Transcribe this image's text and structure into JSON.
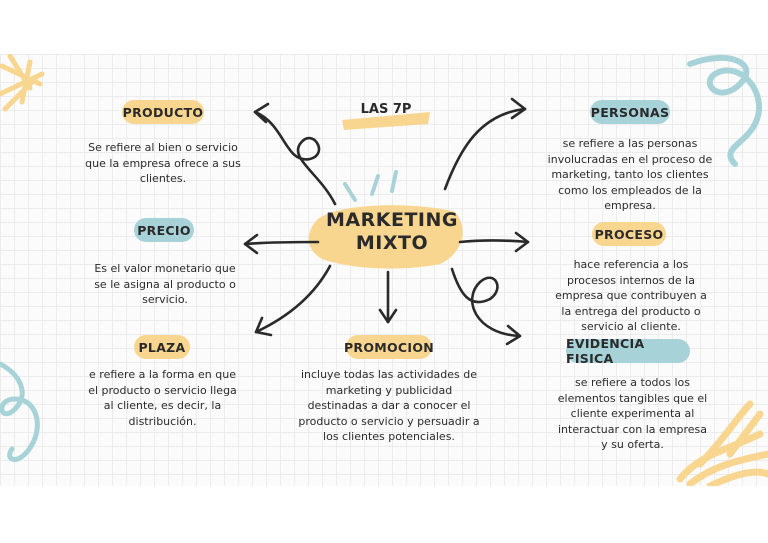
{
  "header": {
    "label": "LAS 7P"
  },
  "center": {
    "line1": "MARKETING",
    "line2": "MIXTO"
  },
  "nodes": {
    "producto": {
      "title": "PRODUCTO",
      "text": [
        "Se refiere al bien o servicio",
        "que la empresa ofrece a sus",
        "clientes."
      ]
    },
    "precio": {
      "title": "PRECIO",
      "text": [
        "Es el valor monetario que",
        "se le asigna al producto o",
        "servicio."
      ]
    },
    "plaza": {
      "title": "PLAZA",
      "text": [
        "e refiere a la forma en que",
        "el producto o servicio llega",
        "al cliente, es decir, la",
        "distribución."
      ]
    },
    "promocion": {
      "title": "PROMOCION",
      "text": [
        "incluye todas las actividades de",
        "marketing y publicidad",
        "destinadas a dar a conocer el",
        "producto o servicio y persuadir a",
        "los clientes potenciales."
      ]
    },
    "personas": {
      "title": "PERSONAS",
      "text": [
        "se refiere a las personas",
        "involucradas en el proceso de",
        "marketing, tanto los clientes",
        "como los empleados de la",
        "empresa."
      ]
    },
    "proceso": {
      "title": "PROCESO",
      "text": [
        "hace referencia a los",
        "procesos internos de la",
        "empresa que contribuyen a",
        "la entrega del producto o",
        "servicio al cliente."
      ]
    },
    "evidencia": {
      "title": "EVIDENCIA FISICA",
      "text": [
        "se refiere a todos los",
        "elementos tangibles que el",
        "cliente experimenta al",
        "interactuar con la empresa",
        "y su oferta."
      ]
    }
  },
  "colors": {
    "yellow": "#f8d690",
    "blue": "#a7d3d8",
    "ink": "#2a2a2a"
  }
}
